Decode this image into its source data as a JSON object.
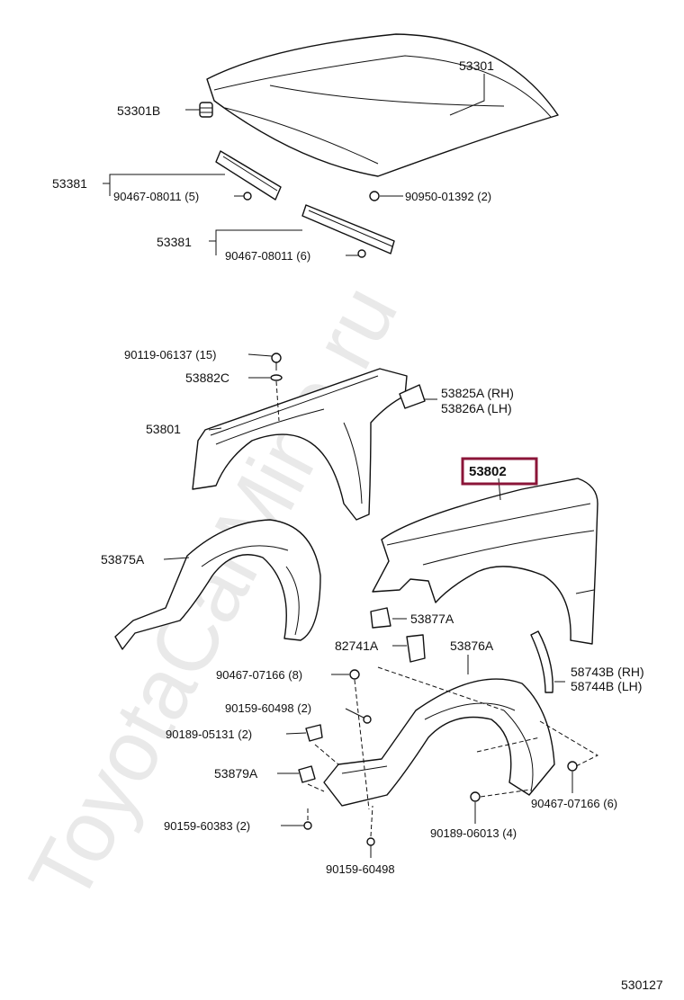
{
  "watermark": "ToyotaCarMine.ru",
  "diagram_id": "530127",
  "highlight_color": "#8b1538",
  "labels": {
    "p53301": "53301",
    "p53301B": "53301B",
    "p53381_a": "53381",
    "p90467_5": "90467-08011 (5)",
    "p90950": "90950-01392 (2)",
    "p53381_b": "53381",
    "p90467_6": "90467-08011 (6)",
    "p90119": "90119-06137 (15)",
    "p53882C": "53882C",
    "p53825A": "53825A (RH)",
    "p53826A": "53826A (LH)",
    "p53801": "53801",
    "p53802": "53802",
    "p53875A": "53875A",
    "p53877A": "53877A",
    "p82741A": "82741A",
    "p53876A": "53876A",
    "p90467_07166_8": "90467-07166 (8)",
    "p58743B": "58743B (RH)",
    "p58744B": "58744B (LH)",
    "p90159_60498_2": "90159-60498 (2)",
    "p90189_05131": "90189-05131 (2)",
    "p53879A": "53879A",
    "p90467_07166_6": "90467-07166 (6)",
    "p90159_60383": "90159-60383 (2)",
    "p90189_06013": "90189-06013 (4)",
    "p90159_60498": "90159-60498"
  }
}
